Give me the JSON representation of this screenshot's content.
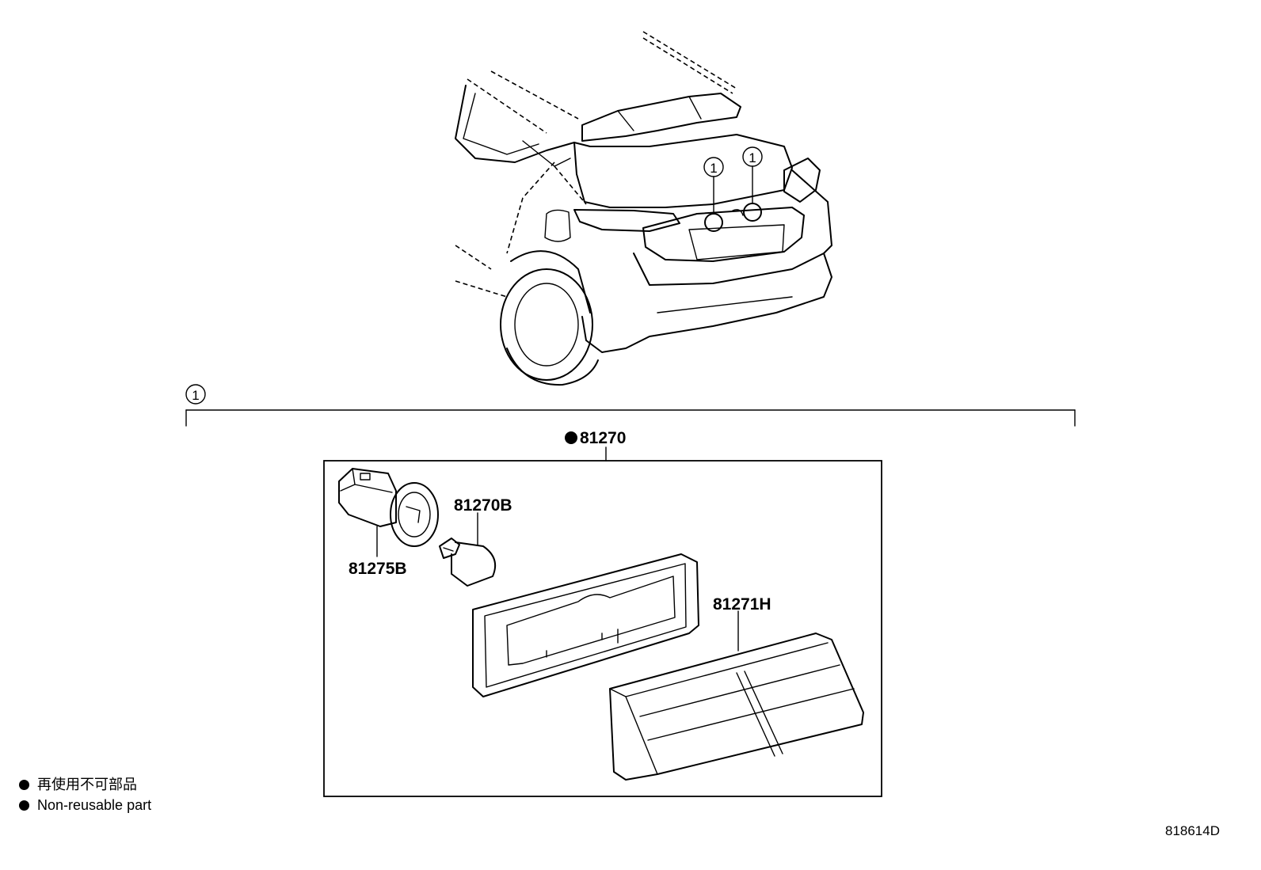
{
  "callouts": {
    "ref_number": "1"
  },
  "parts": {
    "assembly": "81270",
    "bulb": "81270B",
    "socket": "81275B",
    "lens": "81271H"
  },
  "legend": {
    "line_jp": "再使用不可部品",
    "line_en": "Non-reusable part"
  },
  "diagram_code": "818614D"
}
